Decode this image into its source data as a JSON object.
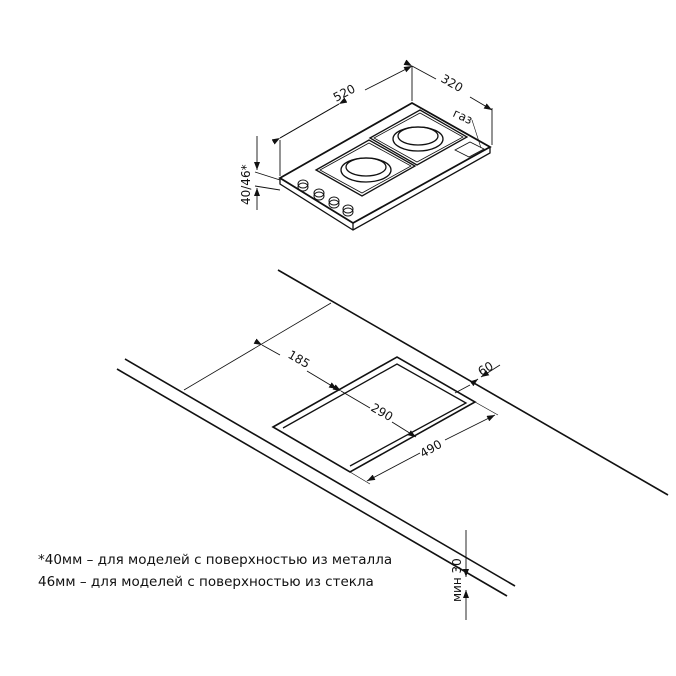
{
  "hob_dimensions": {
    "width": "520",
    "depth": "320",
    "gas_label": "газ",
    "height": "40/46*"
  },
  "cutout_dimensions": {
    "offset_front": "185",
    "cut_depth": "290",
    "cut_width": "490",
    "offset_back": "60",
    "min_thickness": "мин 30"
  },
  "notes": [
    "*40мм – для моделей с поверхностью из металла",
    "46мм – для моделей с поверхностью из стекла"
  ]
}
